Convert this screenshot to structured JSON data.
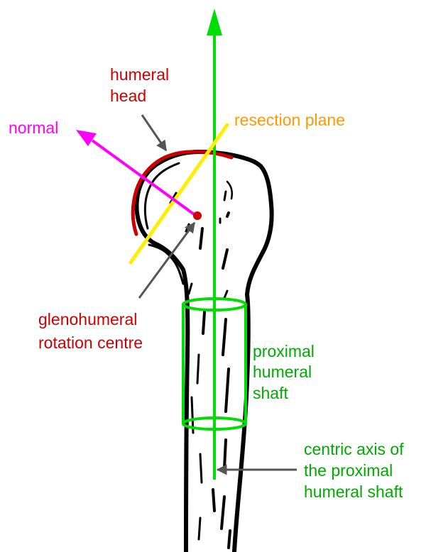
{
  "labels": {
    "humeral_head": [
      "humeral",
      "head"
    ],
    "normal": "normal",
    "resection_plane": "resection plane",
    "rotation_centre": [
      "glenohumeral",
      "rotation centre"
    ],
    "proximal_shaft": [
      "proximal",
      "humeral",
      "shaft"
    ],
    "centric_axis": [
      "centric axis of",
      "the proximal",
      "humeral shaft"
    ]
  },
  "colors": {
    "humeral_head": "#cc0000",
    "normal": "#ff00ff",
    "resection_plane": "#ff9900",
    "resection_line": "#ffee00",
    "axis": "#00dd00",
    "axis_text": "#00aa00",
    "rotation_centre": "#cc0000",
    "pointer": "#555555",
    "bone_outline": "#000000"
  }
}
